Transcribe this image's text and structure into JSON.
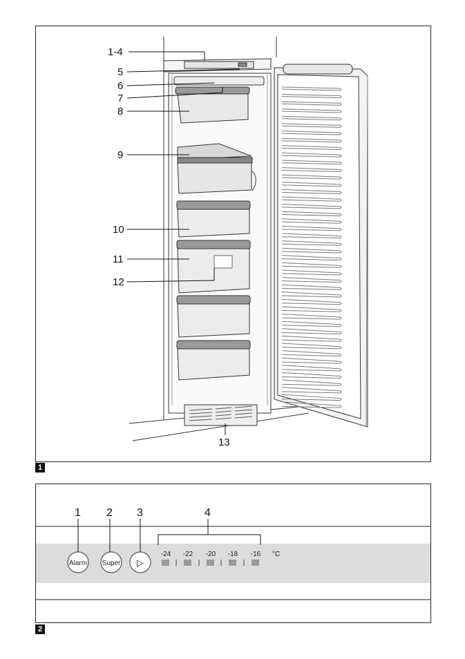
{
  "figure1": {
    "badge": "1",
    "callouts": [
      "1-4",
      "5",
      "6",
      "7",
      "8",
      "9",
      "10",
      "11",
      "12",
      "13"
    ]
  },
  "figure2": {
    "badge": "2",
    "numbers": [
      "1",
      "2",
      "3",
      "4"
    ],
    "buttons": [
      {
        "label": "Alarm"
      },
      {
        "label": "Super"
      },
      {
        "label": "▷"
      }
    ],
    "temperatures": [
      "-24",
      "-22",
      "-20",
      "-18",
      "-16"
    ],
    "unit": "°C",
    "colors": {
      "panel": "#dcdcdc",
      "indicator": "#9a9a9a"
    }
  }
}
